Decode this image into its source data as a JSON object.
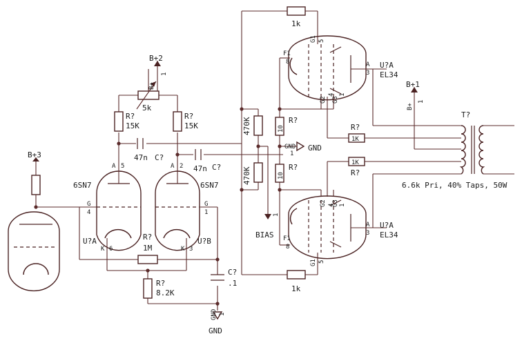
{
  "supply": {
    "b3": "B+3",
    "b2": "B+2",
    "b1": "B+1",
    "pin1": "1"
  },
  "left_tube": {
    "ref": "U?A",
    "type": "6SN7",
    "pin_a1": "A",
    "pin_a1_num": "5",
    "pin_g1": "G",
    "pin_g1_num": "4",
    "pin_k1": "K",
    "pin_k1_num": "6",
    "ref_b": "U?B",
    "pin_a2": "A",
    "pin_a2_num": "2",
    "pin_g2": "G",
    "pin_g2_num": "1",
    "pin_k2": "K",
    "pin_k2_num": "3"
  },
  "pot": {
    "value": "5k"
  },
  "resistors": {
    "r_plate1": {
      "ref": "R?",
      "value": "15K"
    },
    "r_plate2": {
      "ref": "R?",
      "value": "15K"
    },
    "r_tail": {
      "ref": "R?",
      "value": "1M"
    },
    "r_cathode": {
      "ref": "R?",
      "value": "8.2K"
    },
    "r_grid1": {
      "ref": "R?",
      "value": "470K"
    },
    "r_grid2": {
      "ref": "R?",
      "value": "470K"
    },
    "r_sense1": {
      "ref": "R?",
      "value": "10"
    },
    "r_sense2": {
      "ref": "R?",
      "value": "10"
    },
    "r_g1_top": {
      "value": "1k"
    },
    "r_g1_bot": {
      "value": "1k"
    },
    "r_g2_top": {
      "ref": "R?",
      "value": "1K"
    },
    "r_g2_bot": {
      "ref": "R?",
      "value": "1K"
    }
  },
  "caps": {
    "c1": {
      "ref": "C?",
      "value": "47n"
    },
    "c2": {
      "ref": "C?",
      "value": "47n"
    },
    "c3": {
      "ref": "C?",
      "value": ".1"
    }
  },
  "power_top": {
    "ref": "U?A",
    "type": "EL34",
    "pin_a": "A",
    "pin_a_num": "3",
    "pin_f": "F1",
    "pin_f_num": "8",
    "pin_g1": "G1",
    "pin_g1_num": "5",
    "pin_g2": "G2",
    "pin_g2_num": "4",
    "pin_g3": "G3",
    "pin_g3_num": "1"
  },
  "power_bot": {
    "ref": "U?A",
    "type": "EL34",
    "pin_a": "A",
    "pin_a_num": "3",
    "pin_f": "F1",
    "pin_f_num": "8",
    "pin_g1": "G1",
    "pin_g1_num": "5",
    "pin_g2": "G2",
    "pin_g2_num": "4",
    "pin_g3": "G3",
    "pin_g3_num": "1"
  },
  "transformer": {
    "ref": "T?",
    "spec": "6.6k Pri, 40% Taps, 50W"
  },
  "ground": {
    "label": "GND",
    "pin": "1",
    "label_mid": "GND",
    "pin_mid": "1"
  },
  "bias": {
    "label": "BIAS",
    "pin": "1"
  }
}
